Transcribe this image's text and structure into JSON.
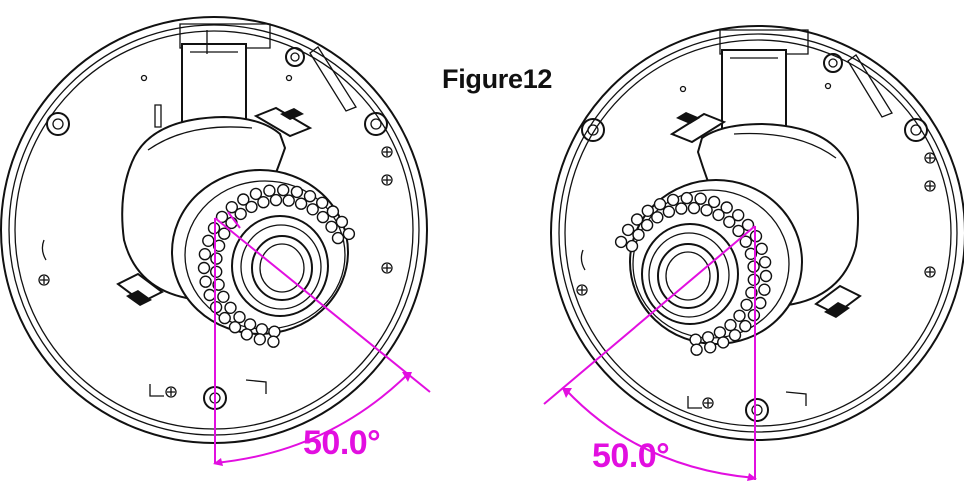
{
  "figure": {
    "title": "Figure12"
  },
  "cameras": [
    {
      "angle_label": "50.0°",
      "angle_deg": 50.0,
      "tilt_direction": "right"
    },
    {
      "angle_label": "50.0°",
      "angle_deg": 50.0,
      "tilt_direction": "left"
    }
  ],
  "colors": {
    "annotation": "#e20fe0",
    "linework": "#111111",
    "background": "#ffffff"
  }
}
